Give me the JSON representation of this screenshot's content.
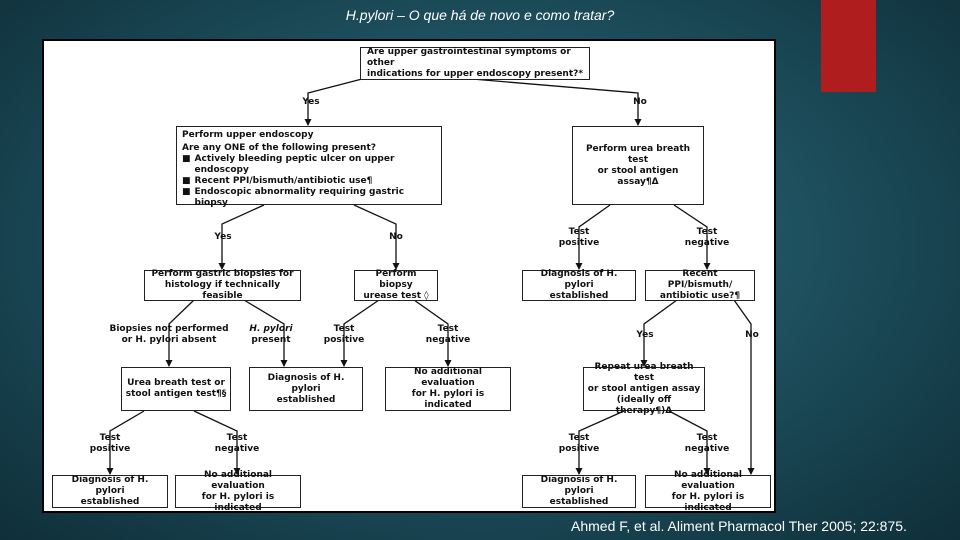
{
  "slide": {
    "title": "H.pylori – O que há de novo e como tratar?",
    "citation": "Ahmed F, et al. Aliment Pharmacol Ther 2005; 22:875.",
    "accent_color": "#b01d1f"
  },
  "flowchart": {
    "start": {
      "line1": "Are upper gastrointestinal symptoms or other",
      "line2": "indications for upper endoscopy present?*"
    },
    "yes_1": "Yes",
    "no_1": "No",
    "endoscopy": {
      "heading": "Perform upper endoscopy",
      "question": "Are any ONE of the following present?",
      "items": [
        "Actively bleeding peptic ulcer on upper endoscopy",
        "Recent PPI/bismuth/antibiotic use¶",
        "Endoscopic abnormality requiring gastric biopsy"
      ]
    },
    "urea_breath": {
      "line1": "Perform urea breath test",
      "line2": "or stool antigen assay¶Δ"
    },
    "yes_2": "Yes",
    "no_2": "No",
    "test_positive_r1": {
      "line1": "Test",
      "line2": "positive"
    },
    "test_negative_r1": {
      "line1": "Test",
      "line2": "negative"
    },
    "gastric_biopsies": {
      "line1": "Perform gastric biopsies for",
      "line2": "histology if technically feasible"
    },
    "biopsy_urease": {
      "line1": "Perform biopsy",
      "line2": "urease test ◊"
    },
    "diag_established_r1": {
      "line1": "Diagnosis of H. pylori",
      "line2": "established"
    },
    "recent_ppi": {
      "line1": "Recent PPI/bismuth/",
      "line2": "antibiotic use?¶"
    },
    "biopsies_not_performed": {
      "line1": "Biopsies not performed",
      "line2": "or H. pylori absent"
    },
    "hp_present": {
      "line1": "H. pylori",
      "line2": "present"
    },
    "test_positive_mid": {
      "line1": "Test",
      "line2": "positive"
    },
    "test_negative_mid": {
      "line1": "Test",
      "line2": "negative"
    },
    "yes_3": "Yes",
    "no_3": "No",
    "urea_stool_left": {
      "line1": "Urea breath test or",
      "line2": "stool antigen test¶§"
    },
    "diag_established_mid": {
      "line1": "Diagnosis of H. pylori",
      "line2": "established"
    },
    "no_additional_mid": {
      "line1": "No additional evaluation",
      "line2": "for H. pylori is indicated"
    },
    "repeat_urea": {
      "line1": "Repeat urea breath test",
      "line2": "or stool antigen assay",
      "line3": "(ideally off therapy¶)Δ"
    },
    "test_positive_bl": {
      "line1": "Test",
      "line2": "positive"
    },
    "test_negative_bl": {
      "line1": "Test",
      "line2": "negative"
    },
    "test_positive_br": {
      "line1": "Test",
      "line2": "positive"
    },
    "test_negative_br": {
      "line1": "Test",
      "line2": "negative"
    },
    "diag_bottom_left": {
      "line1": "Diagnosis of H. pylori",
      "line2": "established"
    },
    "no_additional_bl": {
      "line1": "No additional evaluation",
      "line2": "for H. pylori is indicated"
    },
    "diag_bottom_right": {
      "line1": "Diagnosis of H. pylori",
      "line2": "established"
    },
    "no_additional_br": {
      "line1": "No additional evaluation",
      "line2": "for H. pylori is indicated"
    }
  }
}
